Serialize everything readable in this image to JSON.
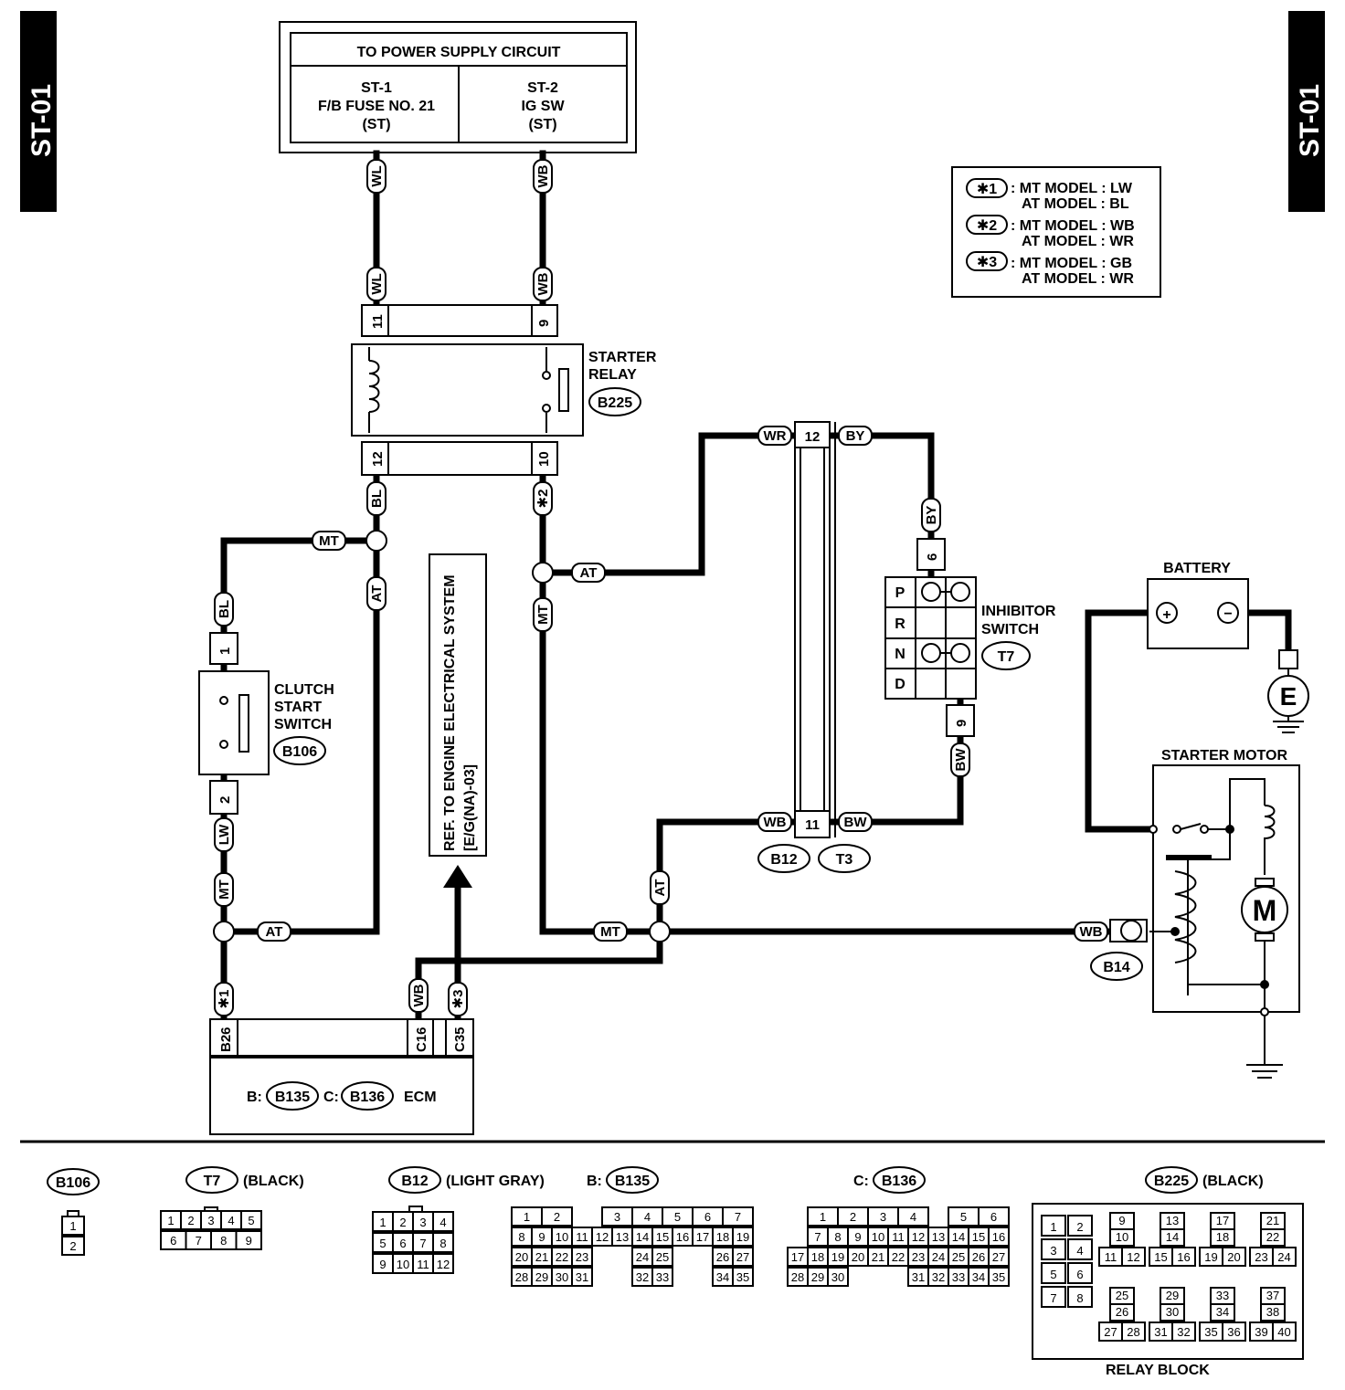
{
  "page": {
    "tab_left": "ST-01",
    "tab_right": "ST-01"
  },
  "power_supply": {
    "title": "TO POWER SUPPLY CIRCUIT",
    "st1": [
      "ST-1",
      "F/B FUSE NO. 21",
      "(ST)"
    ],
    "st2": [
      "ST-2",
      "IG SW",
      "(ST)"
    ]
  },
  "legend": {
    "items": [
      {
        "mark": "✱1",
        "mt": ": MT MODEL  : LW",
        "at": "AT MODEL  : BL"
      },
      {
        "mark": "✱2",
        "mt": ": MT MODEL  : WB",
        "at": "AT MODEL  : WR"
      },
      {
        "mark": "✱3",
        "mt": ": MT MODEL  : GB",
        "at": "AT MODEL  : WR"
      }
    ]
  },
  "starter_relay": {
    "label": [
      "STARTER",
      "RELAY"
    ],
    "code": "B225",
    "pins": [
      "11",
      "9",
      "12",
      "10"
    ]
  },
  "clutch_switch": {
    "label": [
      "CLUTCH",
      "START",
      "SWITCH"
    ],
    "code": "B106",
    "pins": [
      "1",
      "2"
    ]
  },
  "inhibitor_switch": {
    "label": [
      "INHIBITOR",
      "SWITCH"
    ],
    "code": "T7",
    "positions": [
      "P",
      "R",
      "N",
      "D"
    ],
    "pins": [
      "6",
      "9"
    ]
  },
  "battery": {
    "label": "BATTERY",
    "plus": "+",
    "minus": "−",
    "ground": "E"
  },
  "starter_motor": {
    "label": "STARTER MOTOR",
    "motor": "M",
    "connector": "B14"
  },
  "ecm": {
    "label": "ECM",
    "prefix_b": "B:",
    "code_b": "B135",
    "prefix_c": "C:",
    "code_c": "B136",
    "pins": [
      "B26",
      "C16",
      "C35"
    ]
  },
  "reference": {
    "lines": [
      "REF. TO ENGINE ELECTRICAL SYSTEM",
      "[E/G(NA)-03]"
    ]
  },
  "junction": {
    "pins": [
      "12",
      "11"
    ],
    "codes": [
      "B12",
      "T3"
    ]
  },
  "wire_labels": {
    "wl": "WL",
    "wb": "WB",
    "bl": "BL",
    "mt": "MT",
    "at": "AT",
    "lw": "LW",
    "wr": "WR",
    "by": "BY",
    "bw": "BW",
    "s1": "✱1",
    "s2": "✱2",
    "s3": "✱3"
  },
  "connectors": {
    "b106": {
      "code": "B106",
      "rows": [
        [
          "1"
        ],
        [
          "2"
        ]
      ]
    },
    "t7": {
      "code": "T7",
      "color": "(BLACK)",
      "rows": [
        [
          "1",
          "2",
          "3",
          "4",
          "5"
        ],
        [
          "6",
          "7",
          "8",
          "9"
        ]
      ]
    },
    "b12": {
      "code": "B12",
      "color": "(LIGHT GRAY)",
      "rows": [
        [
          "1",
          "2",
          "3",
          "4"
        ],
        [
          "5",
          "6",
          "7",
          "8"
        ],
        [
          "9",
          "10",
          "11",
          "12"
        ]
      ]
    },
    "b135": {
      "prefix": "B:",
      "code": "B135",
      "rows": [
        [
          "1",
          "2",
          "",
          "",
          "3",
          "4",
          "5",
          "6",
          "7"
        ],
        [
          "8",
          "9",
          "10",
          "11",
          "12",
          "13",
          "14",
          "15",
          "16",
          "17",
          "18",
          "19"
        ],
        [
          "20",
          "21",
          "22",
          "23",
          "",
          "",
          "24",
          "25",
          "",
          "",
          "26",
          "27"
        ],
        [
          "28",
          "29",
          "30",
          "31",
          "",
          "",
          "32",
          "33",
          "",
          "",
          "34",
          "35"
        ]
      ]
    },
    "b136": {
      "prefix": "C:",
      "code": "B136",
      "rows": [
        [
          "1",
          "2",
          "3",
          "4",
          "",
          "5",
          "6"
        ],
        [
          "7",
          "8",
          "9",
          "10",
          "11",
          "12",
          "13",
          "14",
          "15",
          "16"
        ],
        [
          "17",
          "18",
          "19",
          "20",
          "21",
          "22",
          "23",
          "24",
          "25",
          "26",
          "27"
        ],
        [
          "28",
          "29",
          "30",
          "",
          "",
          "",
          "31",
          "32",
          "33",
          "34",
          "35"
        ]
      ]
    },
    "b225": {
      "code": "B225",
      "color": "(BLACK)",
      "caption": "RELAY BLOCK",
      "left_pairs": [
        [
          "1",
          "2"
        ],
        [
          "3",
          "4"
        ],
        [
          "5",
          "6"
        ],
        [
          "7",
          "8"
        ]
      ],
      "groups_top": [
        [
          "9",
          "10",
          "11",
          "12"
        ],
        [
          "13",
          "14",
          "15",
          "16"
        ],
        [
          "17",
          "18",
          "19",
          "20"
        ],
        [
          "21",
          "22",
          "23",
          "24"
        ]
      ],
      "groups_bottom": [
        [
          "25",
          "26",
          "27",
          "28"
        ],
        [
          "29",
          "30",
          "31",
          "32"
        ],
        [
          "33",
          "34",
          "35",
          "36"
        ],
        [
          "37",
          "38",
          "39",
          "40"
        ]
      ]
    }
  }
}
